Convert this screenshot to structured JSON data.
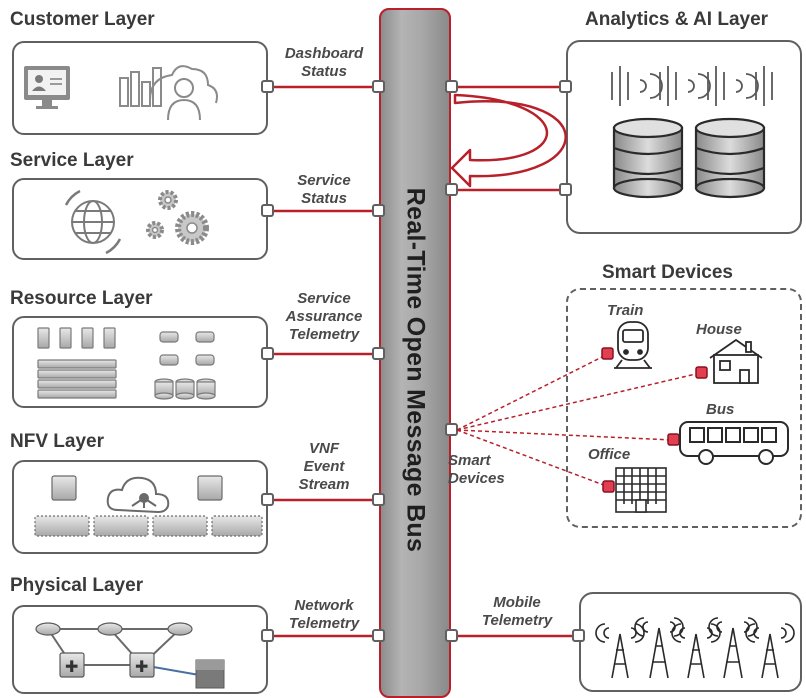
{
  "bus": {
    "label": "Real-Time Open Message Bus"
  },
  "layers": [
    {
      "title": "Customer Layer",
      "link_label": "Dashboard\nStatus"
    },
    {
      "title": "Service Layer",
      "link_label": "Service\nStatus"
    },
    {
      "title": "Resource Layer",
      "link_label": "Service\nAssurance\nTelemetry"
    },
    {
      "title": "NFV Layer",
      "link_label": "VNF\nEvent\nStream"
    },
    {
      "title": "Physical Layer",
      "link_label": "Network\nTelemetry"
    }
  ],
  "analytics": {
    "title": "Analytics & AI Layer"
  },
  "smart_devices": {
    "title": "Smart Devices",
    "link_label": "Smart\nDevices",
    "devices": [
      "Train",
      "House",
      "Bus",
      "Office"
    ]
  },
  "mobile": {
    "link_label": "Mobile\nTelemetry"
  },
  "colors": {
    "accent": "#b8202a",
    "outline": "#606060",
    "bus": "#a0a0a0"
  }
}
